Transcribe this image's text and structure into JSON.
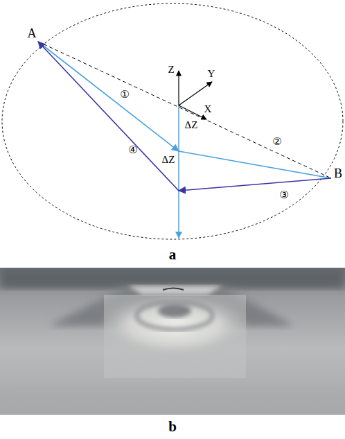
{
  "diagram": {
    "labels": [
      "A",
      "B",
      "Z",
      "Y",
      "X",
      "ΔZ",
      "ΔZ",
      "①",
      "②",
      "③",
      "④",
      "a",
      "b"
    ]
  }
}
